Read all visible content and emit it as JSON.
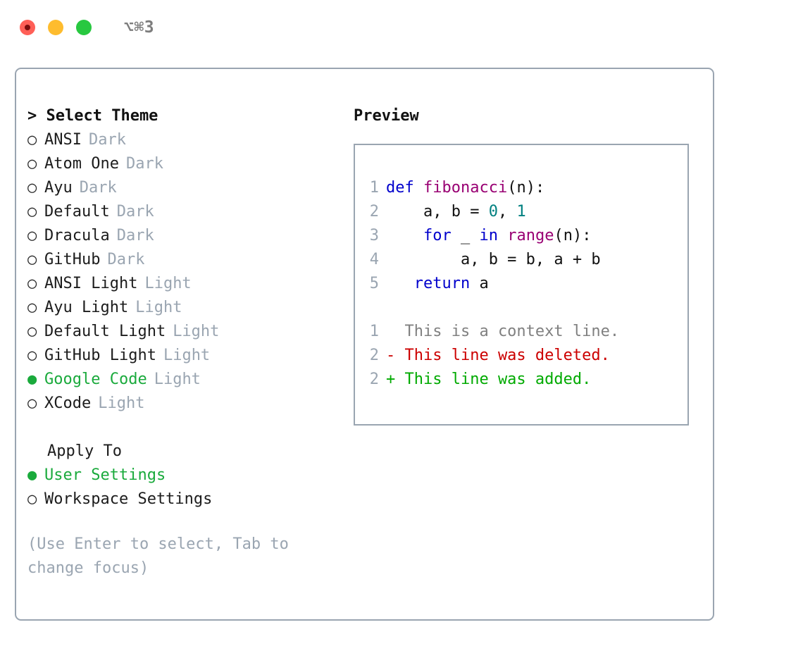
{
  "window": {
    "shortcut": "⌥⌘3",
    "traffic_lights": [
      {
        "name": "close-button",
        "color": "#ff5f57"
      },
      {
        "name": "minimize-button",
        "color": "#febc2e"
      },
      {
        "name": "maximize-button",
        "color": "#28c840"
      }
    ]
  },
  "theme_panel": {
    "header": "> Select Theme",
    "selected_theme": "Google Code",
    "items": [
      {
        "bullet": "○",
        "name": "ANSI",
        "variant": "Dark",
        "selected": false
      },
      {
        "bullet": "○",
        "name": "Atom One",
        "variant": "Dark",
        "selected": false
      },
      {
        "bullet": "○",
        "name": "Ayu",
        "variant": "Dark",
        "selected": false
      },
      {
        "bullet": "○",
        "name": "Default",
        "variant": "Dark",
        "selected": false
      },
      {
        "bullet": "○",
        "name": "Dracula",
        "variant": "Dark",
        "selected": false
      },
      {
        "bullet": "○",
        "name": "GitHub",
        "variant": "Dark",
        "selected": false
      },
      {
        "bullet": "○",
        "name": "ANSI Light",
        "variant": "Light",
        "selected": false
      },
      {
        "bullet": "○",
        "name": "Ayu Light",
        "variant": "Light",
        "selected": false
      },
      {
        "bullet": "○",
        "name": "Default Light",
        "variant": "Light",
        "selected": false
      },
      {
        "bullet": "○",
        "name": "GitHub Light",
        "variant": "Light",
        "selected": false
      },
      {
        "bullet": "●",
        "name": "Google Code",
        "variant": "Light",
        "selected": true
      },
      {
        "bullet": "○",
        "name": "XCode",
        "variant": "Light",
        "selected": false
      }
    ]
  },
  "apply_to": {
    "header": "Apply To",
    "selected": "User Settings",
    "items": [
      {
        "bullet": "●",
        "name": "User Settings",
        "selected": true
      },
      {
        "bullet": "○",
        "name": "Workspace Settings",
        "selected": false
      }
    ]
  },
  "help_text": "(Use Enter to select, Tab to change focus)",
  "preview": {
    "header": "Preview",
    "code_lines": [
      {
        "no": "1",
        "tokens": [
          {
            "t": "def ",
            "c": "kw"
          },
          {
            "t": "fibonacci",
            "c": "fn"
          },
          {
            "t": "(n):",
            "c": "pl"
          }
        ]
      },
      {
        "no": "2",
        "tokens": [
          {
            "t": "    a, b = ",
            "c": "pl"
          },
          {
            "t": "0",
            "c": "num"
          },
          {
            "t": ", ",
            "c": "pl"
          },
          {
            "t": "1",
            "c": "num"
          }
        ]
      },
      {
        "no": "3",
        "tokens": [
          {
            "t": "    ",
            "c": "pl"
          },
          {
            "t": "for",
            "c": "kw"
          },
          {
            "t": " _ ",
            "c": "pl"
          },
          {
            "t": "in",
            "c": "kw"
          },
          {
            "t": " ",
            "c": "pl"
          },
          {
            "t": "range",
            "c": "fn"
          },
          {
            "t": "(n):",
            "c": "pl"
          }
        ]
      },
      {
        "no": "4",
        "tokens": [
          {
            "t": "        a, b = b, a + b",
            "c": "pl"
          }
        ]
      },
      {
        "no": "5",
        "tokens": [
          {
            "t": "   ",
            "c": "pl"
          },
          {
            "t": "return",
            "c": "kw"
          },
          {
            "t": " a",
            "c": "pl"
          }
        ]
      }
    ],
    "diff_lines": [
      {
        "no": "1",
        "text": "  This is a context line.",
        "kind": "ctx"
      },
      {
        "no": "2",
        "text": "- This line was deleted.",
        "kind": "del"
      },
      {
        "no": "2",
        "text": "+ This line was added.",
        "kind": "add"
      }
    ]
  },
  "colors": {
    "border": "#9aa5b1",
    "accent_green": "#1aaa3c",
    "muted": "#9aa5b1",
    "keyword": "#0000cc",
    "function": "#990073",
    "number": "#008080",
    "diff_add": "#00aa00",
    "diff_del": "#cc0000",
    "diff_ctx": "#808080"
  }
}
